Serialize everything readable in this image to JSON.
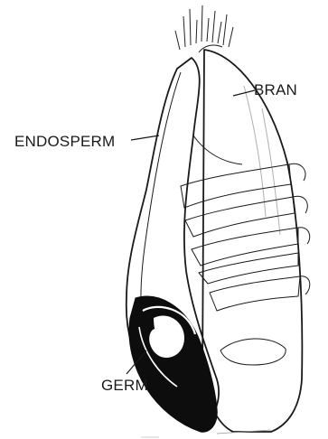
{
  "figure": {
    "labels": {
      "bran": "BRAN",
      "endosperm": "ENDOSPERM",
      "germ": "GERM"
    },
    "colors": {
      "ink": "#1a1a1a",
      "germ_fill": "#0d0d0d",
      "paper": "#ffffff"
    }
  }
}
